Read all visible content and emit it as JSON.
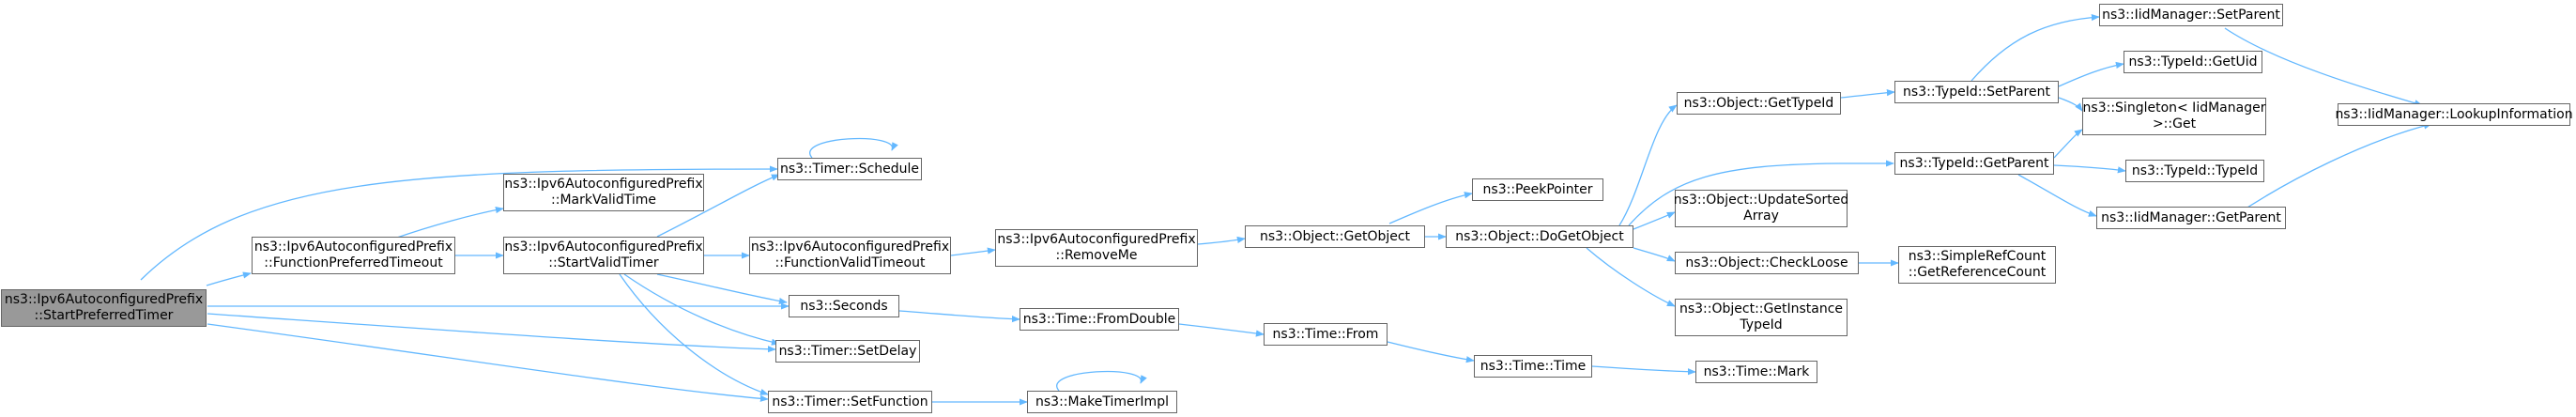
{
  "colors": {
    "edge": "#63b8ff",
    "node_border": "#666666",
    "root_fill": "#999999",
    "node_fill": "#ffffff"
  },
  "nodes": {
    "start_preferred": {
      "l1": "ns3::Ipv6AutoconfiguredPrefix",
      "l2": "::StartPreferredTimer"
    },
    "function_preferred": {
      "l1": "ns3::Ipv6AutoconfiguredPrefix",
      "l2": "::FunctionPreferredTimeout"
    },
    "mark_valid": {
      "l1": "ns3::Ipv6AutoconfiguredPrefix",
      "l2": "::MarkValidTime"
    },
    "start_valid": {
      "l1": "ns3::Ipv6AutoconfiguredPrefix",
      "l2": "::StartValidTimer"
    },
    "function_valid": {
      "l1": "ns3::Ipv6AutoconfiguredPrefix",
      "l2": "::FunctionValidTimeout"
    },
    "remove_me": {
      "l1": "ns3::Ipv6AutoconfiguredPrefix",
      "l2": "::RemoveMe"
    },
    "timer_schedule": {
      "l1": "ns3::Timer::Schedule"
    },
    "seconds": {
      "l1": "ns3::Seconds"
    },
    "timer_setdelay": {
      "l1": "ns3::Timer::SetDelay"
    },
    "timer_setfunction": {
      "l1": "ns3::Timer::SetFunction"
    },
    "make_timer_impl": {
      "l1": "ns3::MakeTimerImpl"
    },
    "time_fromdouble": {
      "l1": "ns3::Time::FromDouble"
    },
    "time_from": {
      "l1": "ns3::Time::From"
    },
    "time_time": {
      "l1": "ns3::Time::Time"
    },
    "time_mark": {
      "l1": "ns3::Time::Mark"
    },
    "object_getobject": {
      "l1": "ns3::Object::GetObject"
    },
    "peek_pointer": {
      "l1": "ns3::PeekPointer"
    },
    "object_dogetobject": {
      "l1": "ns3::Object::DoGetObject"
    },
    "object_gettypeid": {
      "l1": "ns3::Object::GetTypeId"
    },
    "object_updatesorted": {
      "l1": "ns3::Object::UpdateSorted",
      "l2": "Array"
    },
    "object_checkloose": {
      "l1": "ns3::Object::CheckLoose"
    },
    "object_getinstance": {
      "l1": "ns3::Object::GetInstance",
      "l2": "TypeId"
    },
    "typeid_setparent": {
      "l1": "ns3::TypeId::SetParent"
    },
    "typeid_getparent": {
      "l1": "ns3::TypeId::GetParent"
    },
    "simplerefcount": {
      "l1": "ns3::SimpleRefCount",
      "l2": "::GetReferenceCount"
    },
    "iid_setparent": {
      "l1": "ns3::IidManager::SetParent"
    },
    "typeid_getuid": {
      "l1": "ns3::TypeId::GetUid"
    },
    "singleton_get": {
      "l1": "ns3::Singleton< IidManager",
      "l2": " >::Get"
    },
    "typeid_typeid": {
      "l1": "ns3::TypeId::TypeId"
    },
    "iid_getparent": {
      "l1": "ns3::IidManager::GetParent"
    },
    "iid_lookup": {
      "l1": "ns3::IidManager::LookupInformation"
    }
  }
}
